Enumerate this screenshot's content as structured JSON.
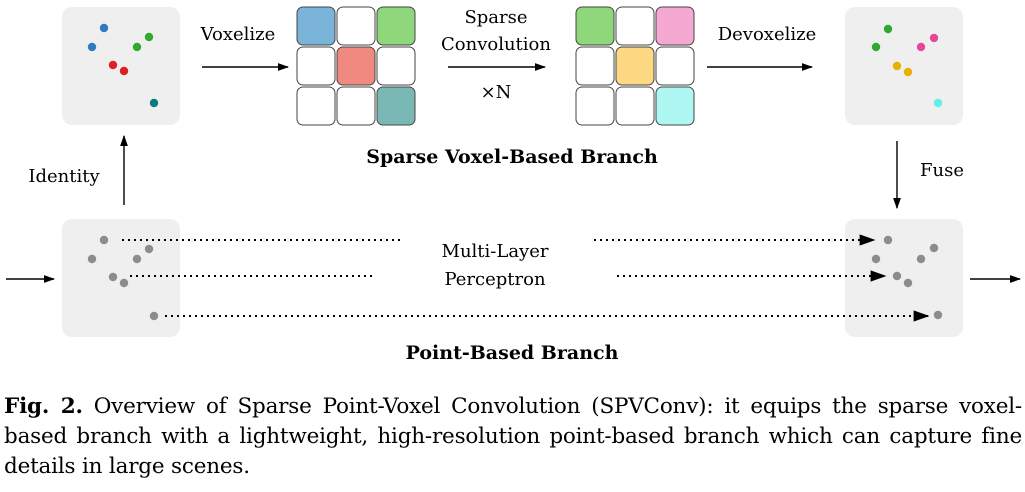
{
  "labels": {
    "voxelize": "Voxelize",
    "sparse": "Sparse",
    "convolution": "Convolution",
    "times_n": "×N",
    "devoxelize": "Devoxelize",
    "identity": "Identity",
    "fuse": "Fuse",
    "mlp_line1": "Multi-Layer",
    "mlp_line2": "Perceptron",
    "voxel_branch": "Sparse Voxel-Based Branch",
    "point_branch": "Point-Based Branch"
  },
  "caption": {
    "fig_label": "Fig. 2.",
    "text": "Overview of Sparse Point-Voxel Convolution (SPVConv): it equips the sparse voxel-based branch with a lightweight, high-resolution point-based branch which can capture fine details in large scenes."
  },
  "colors": {
    "panel": "#efefef",
    "blue": "#7ab4d8",
    "green": "#8ed77a",
    "salmon": "#f08a80",
    "teal": "#7ab8b5",
    "pink": "#f5a9d2",
    "yellow": "#fcd982",
    "cyan": "#aef7f3",
    "gray_point": "#8c8c8c"
  }
}
